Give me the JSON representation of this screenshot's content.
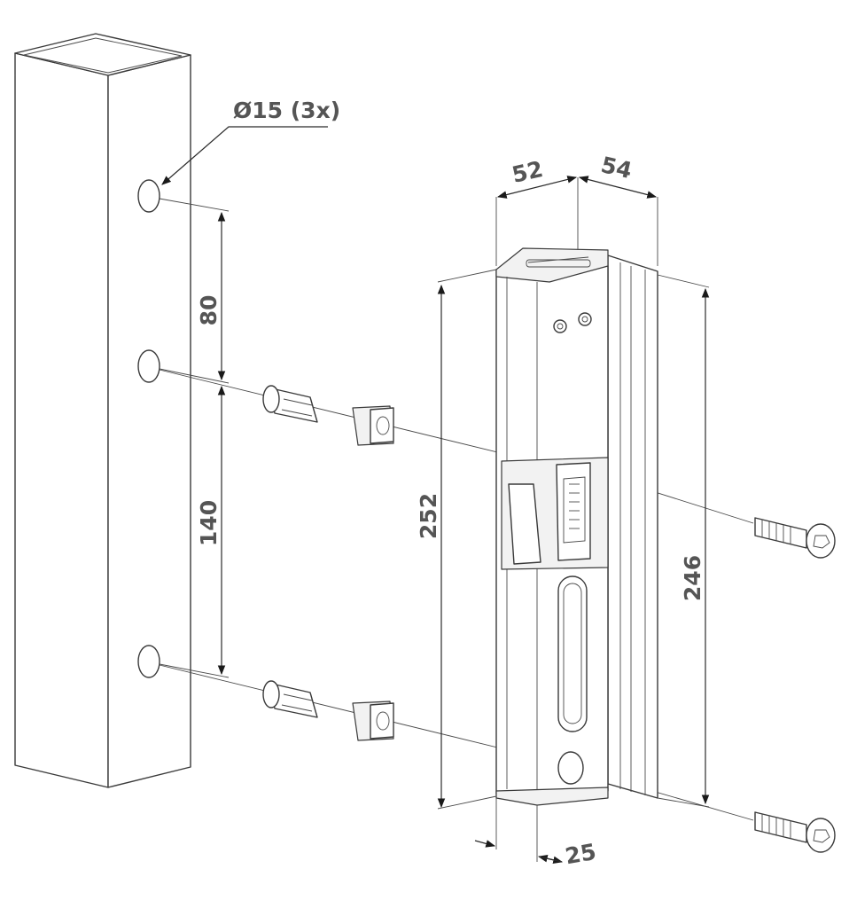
{
  "dimensions": {
    "hole_diameter": "Ø15 (3x)",
    "spacing_top": "80",
    "spacing_bottom": "140",
    "width_front": "52",
    "width_side": "54",
    "total_height": "252",
    "mount_height": "246",
    "flange_width": "25"
  },
  "colors": {
    "line": "#3a3a3a",
    "dimension_text": "#555555",
    "background": "#ffffff"
  }
}
